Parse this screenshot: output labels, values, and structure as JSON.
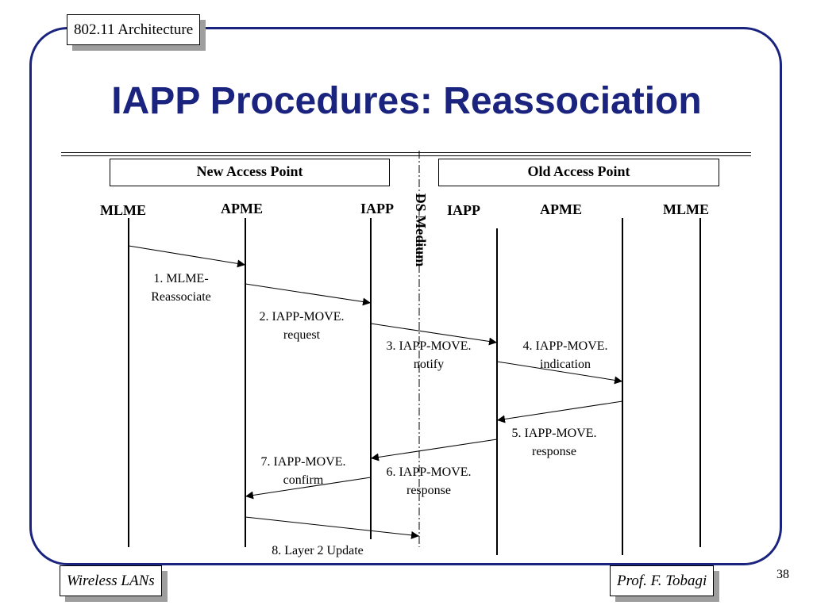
{
  "header": {
    "section_tag": "802.11 Architecture",
    "title": "IAPP Procedures: Reassociation"
  },
  "footer": {
    "left_tag": "Wireless LANs",
    "right_tag": "Prof. F. Tobagi",
    "page_number": "38"
  },
  "groups": {
    "new_ap": "New Access Point",
    "old_ap": "Old Access Point"
  },
  "entities": {
    "new_mlme": "MLME",
    "new_apme": "APME",
    "new_iapp": "IAPP",
    "old_iapp": "IAPP",
    "old_apme": "APME",
    "old_mlme": "MLME"
  },
  "divider_label": "DS Medium",
  "messages": [
    {
      "line1": "1. MLME-",
      "line2": "Reassociate"
    },
    {
      "line1": "2. IAPP-MOVE.",
      "line2": "request"
    },
    {
      "line1": "3. IAPP-MOVE.",
      "line2": "notify"
    },
    {
      "line1": "4. IAPP-MOVE.",
      "line2": "indication"
    },
    {
      "line1": "5. IAPP-MOVE.",
      "line2": "response"
    },
    {
      "line1": "6. IAPP-MOVE.",
      "line2": "response"
    },
    {
      "line1": "7. IAPP-MOVE.",
      "line2": "confirm"
    },
    {
      "line1": "8. Layer 2 Update",
      "line2": ""
    }
  ],
  "colors": {
    "frame": "#1a237e",
    "title": "#1a237e",
    "shadow": "#9e9e9e"
  }
}
